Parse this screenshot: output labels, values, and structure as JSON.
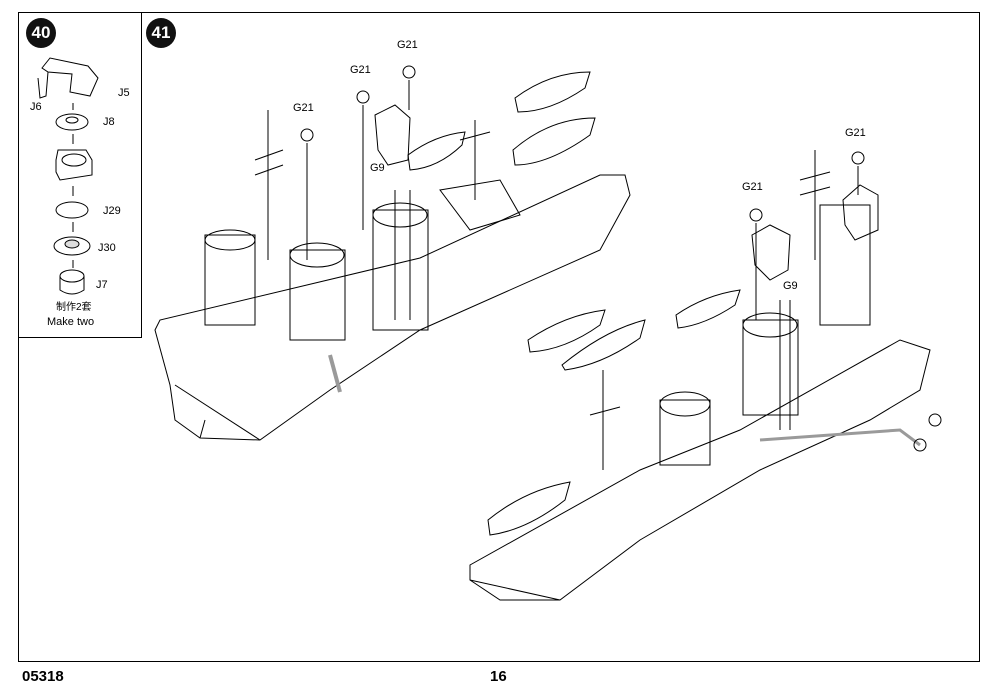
{
  "steps": {
    "step40": "40",
    "step41": "41"
  },
  "inset": {
    "parts": [
      "J6",
      "J5",
      "J8",
      "J29",
      "J30",
      "J7"
    ],
    "note_cn": "制作2套",
    "note_en": "Make two"
  },
  "callouts": {
    "g21": "G21",
    "g9": "G9"
  },
  "footer": {
    "code": "05318",
    "page": "16"
  },
  "colors": {
    "ink": "#000000",
    "paper": "#ffffff",
    "hull_shade": "#9a9a9a"
  }
}
